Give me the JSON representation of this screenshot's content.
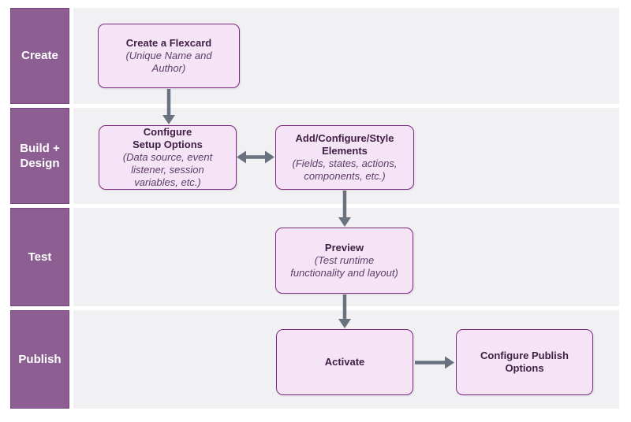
{
  "diagram": {
    "lanes": [
      {
        "label": "Create"
      },
      {
        "label": "Build +\nDesign"
      },
      {
        "label": "Test"
      },
      {
        "label": "Publish"
      }
    ],
    "nodes": [
      {
        "lane": "Create",
        "title": "Create a Flexcard",
        "subtitle": "(Unique Name and\nAuthor)"
      },
      {
        "lane": "Build + Design",
        "title": "Configure\nSetup Options",
        "subtitle": "(Data source, event\nlistener, session\nvariables, etc.)"
      },
      {
        "lane": "Build + Design",
        "title": "Add/Configure/Style\nElements",
        "subtitle": "(Fields, states, actions,\ncomponents, etc.)"
      },
      {
        "lane": "Test",
        "title": "Preview",
        "subtitle": "(Test runtime\nfunctionality and layout)"
      },
      {
        "lane": "Publish",
        "title": "Activate",
        "subtitle": ""
      },
      {
        "lane": "Publish",
        "title": "Configure Publish\nOptions",
        "subtitle": ""
      }
    ],
    "edges": [
      {
        "from": "Create a Flexcard",
        "to": "Configure Setup Options",
        "direction": "down"
      },
      {
        "from": "Configure Setup Options",
        "to": "Add/Configure/Style Elements",
        "direction": "both"
      },
      {
        "from": "Add/Configure/Style Elements",
        "to": "Preview",
        "direction": "down"
      },
      {
        "from": "Preview",
        "to": "Activate",
        "direction": "down"
      },
      {
        "from": "Activate",
        "to": "Configure Publish Options",
        "direction": "right"
      }
    ],
    "colors": {
      "background": "#ffffff",
      "lane_fill": "#8c5e92",
      "lane_border": "#7a4583",
      "lane_text": "#ffffff",
      "lane_bg": "#f1f1f4",
      "node_fill": "#f4e4f6",
      "node_border": "#7d2b80",
      "node_title": "#3f1f42",
      "node_subtitle": "#5e3d68",
      "arrow": "#6a7280"
    }
  }
}
